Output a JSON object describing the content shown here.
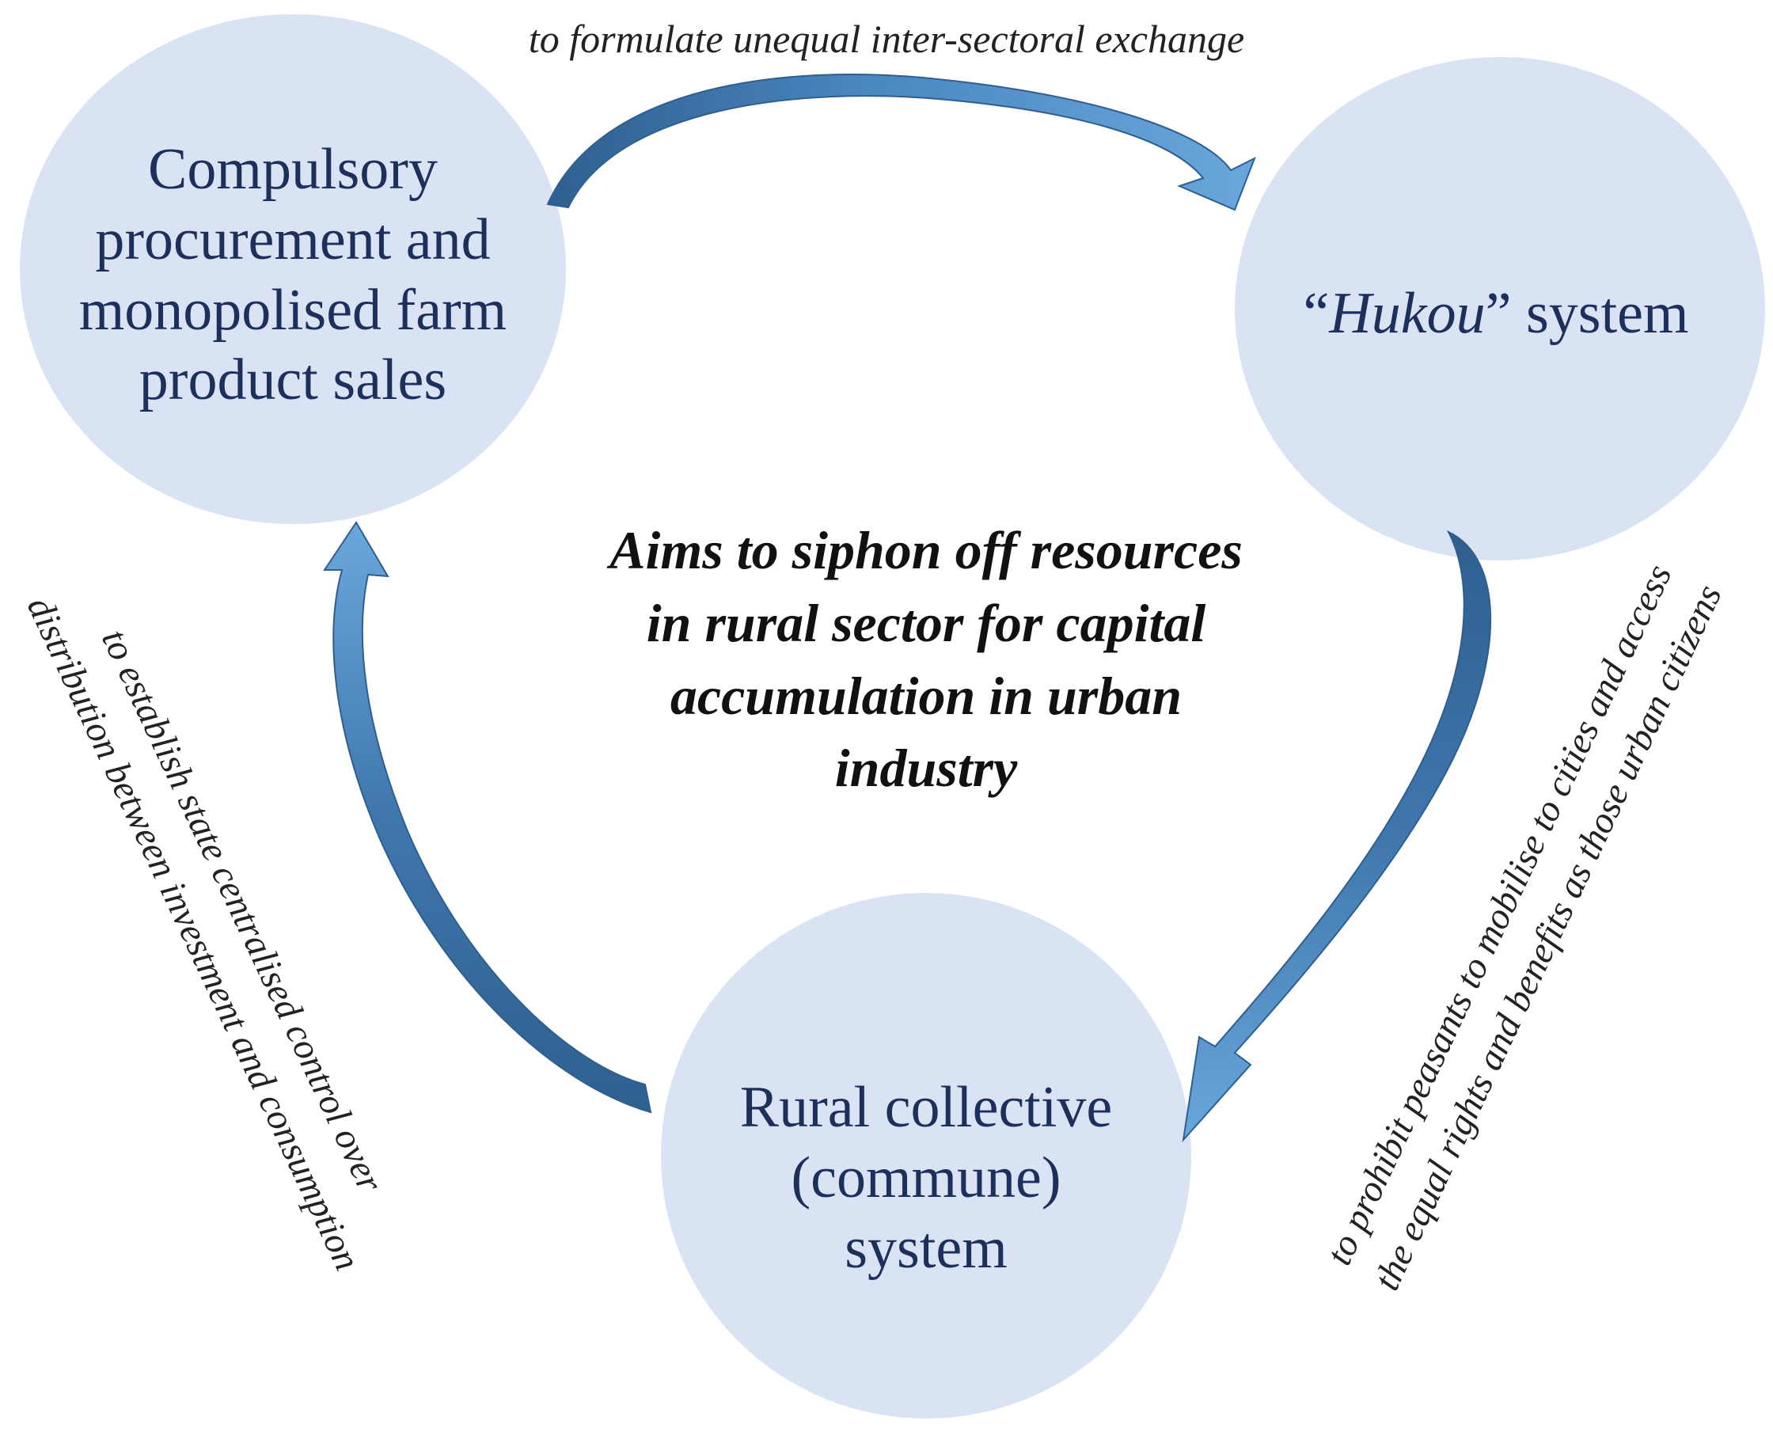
{
  "nodes": {
    "left": {
      "lines": [
        "Compulsory",
        "procurement and",
        "monopolised farm",
        "product sales"
      ]
    },
    "right": {
      "open_quote": "“",
      "italic_word": "Hukou",
      "close_rest": "” system"
    },
    "bottom": {
      "lines": [
        "Rural collective",
        "(commune)",
        "system"
      ]
    }
  },
  "center_text": {
    "lines": [
      "Aims to siphon off resources",
      "in rural sector for capital",
      "accumulation in urban",
      "industry"
    ]
  },
  "edges": {
    "top": {
      "lines": [
        "to formulate unequal inter-sectoral exchange"
      ]
    },
    "left": {
      "lines": [
        "to establish state centralised control over",
        "distribution between investment and consumption"
      ]
    },
    "right": {
      "lines": [
        "to prohibit peasants to mobilise to cities and access",
        "the equal rights and benefits as those urban citizens"
      ]
    }
  },
  "colors": {
    "node_fill": "#dae3f3",
    "node_text": "#1f2f5c",
    "arrow_light": "#5b9bd5",
    "arrow_dark": "#2e5f8f"
  }
}
